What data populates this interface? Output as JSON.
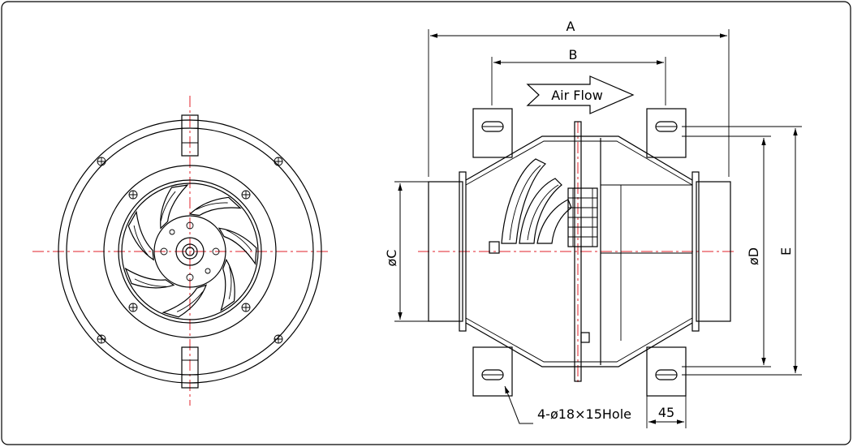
{
  "drawing": {
    "airflow_label": "Air Flow",
    "dimensions": {
      "a": "A",
      "b": "B",
      "c": "øC",
      "d": "øD",
      "e": "E",
      "hole_note": "4-ø18×15Hole",
      "slot_offset": "45"
    },
    "colors": {
      "lines": "#000000",
      "centerlines": "#e0202a",
      "background": "#ffffff"
    }
  }
}
